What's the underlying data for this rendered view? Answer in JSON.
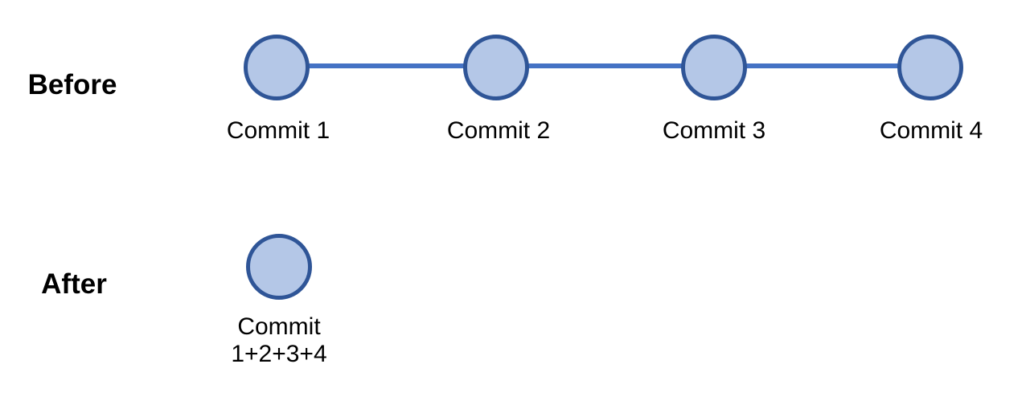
{
  "diagram": {
    "title_semantic": "git-squash-before-after",
    "colors": {
      "node_fill": "#b4c7e7",
      "node_border": "#2f5597",
      "connector": "#4472c4",
      "text": "#000000",
      "background": "#ffffff"
    },
    "before": {
      "row_label": "Before",
      "commits": [
        {
          "label": "Commit 1"
        },
        {
          "label": "Commit 2"
        },
        {
          "label": "Commit 3"
        },
        {
          "label": "Commit 4"
        }
      ]
    },
    "after": {
      "row_label": "After",
      "commit": {
        "label_line1": "Commit",
        "label_line2": "1+2+3+4"
      }
    }
  }
}
